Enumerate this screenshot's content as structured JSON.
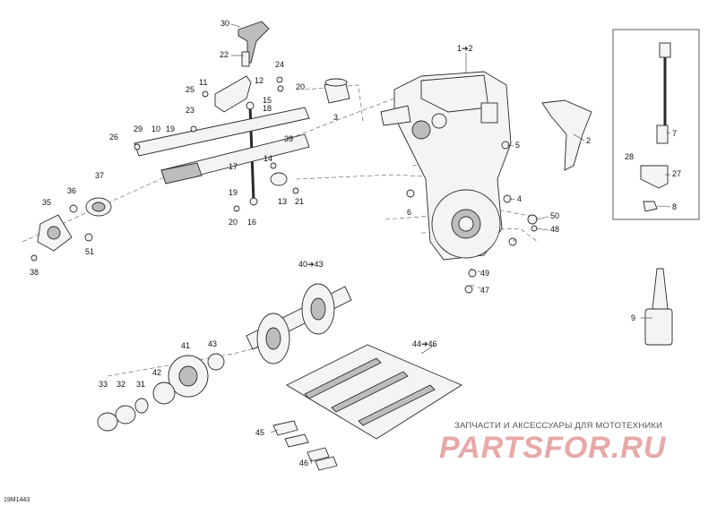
{
  "drawing_code": "19M1443",
  "watermark": {
    "caption": "ЗАПЧАСТИ И АКСЕССУАРЫ ДЛЯ МОТОТЕХНИКИ",
    "logo_text": "PARTSFOR.RU",
    "logo_color": "#e8a8a8"
  },
  "callouts": [
    "30",
    "22",
    "24",
    "11",
    "25",
    "12",
    "20",
    "23",
    "18",
    "15",
    "3",
    "1➔2",
    "2",
    "19",
    "29",
    "10",
    "26",
    "39",
    "5",
    "17",
    "14",
    "37",
    "36",
    "35",
    "13",
    "21",
    "6",
    "4",
    "19",
    "20",
    "16",
    "50",
    "48",
    "51",
    "38",
    "40➔43",
    "49",
    "47",
    "7",
    "28",
    "27",
    "8",
    "9",
    "41",
    "43",
    "42",
    "33",
    "32",
    "31",
    "44➔46",
    "45",
    "46"
  ]
}
